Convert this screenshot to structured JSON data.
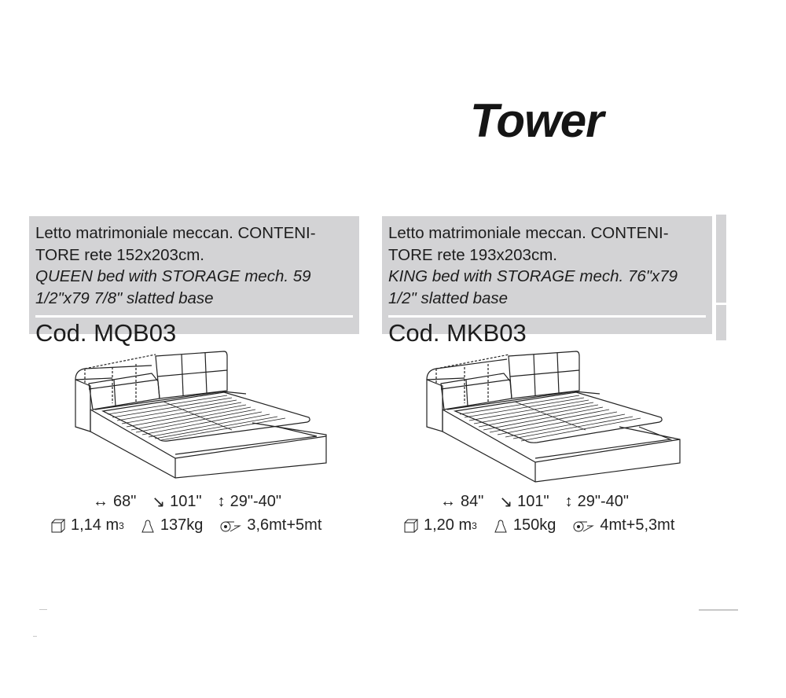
{
  "page": {
    "title": "Tower"
  },
  "products": [
    {
      "description_it_line1": "Letto matrimoniale meccan. CONTENI-",
      "description_it_line2": "TORE rete 152x203cm.",
      "description_en_line1": "QUEEN bed with STORAGE mech. 59",
      "description_en_line2": "1/2\"x79 7/8\" slatted base",
      "code": "Cod. MQB03",
      "width": "68\"",
      "length": "101\"",
      "height": "29\"-40\"",
      "volume": "1,14 m",
      "volume_unit_sup": "3",
      "weight": "137kg",
      "fabric": "3,6mt+5mt"
    },
    {
      "description_it_line1": "Letto matrimoniale meccan. CONTENI-",
      "description_it_line2": "TORE rete 193x203cm.",
      "description_en_line1": "KING bed with STORAGE mech. 76\"x79",
      "description_en_line2": "1/2\" slatted base",
      "code": "Cod. MKB03",
      "width": "84\"",
      "length": "101\"",
      "height": "29\"-40\"",
      "volume": "1,20 m",
      "volume_unit_sup": "3",
      "weight": "150kg",
      "fabric": "4mt+5,3mt"
    }
  ],
  "icons": {
    "width": "horizontal-double-arrow-icon",
    "length": "diagonal-arrow-icon",
    "height": "vertical-double-arrow-icon",
    "volume": "box-icon",
    "weight": "weight-icon",
    "fabric": "fabric-roll-icon"
  },
  "colors": {
    "info_box_bg": "#d3d3d5",
    "text": "#1d1d1d"
  }
}
